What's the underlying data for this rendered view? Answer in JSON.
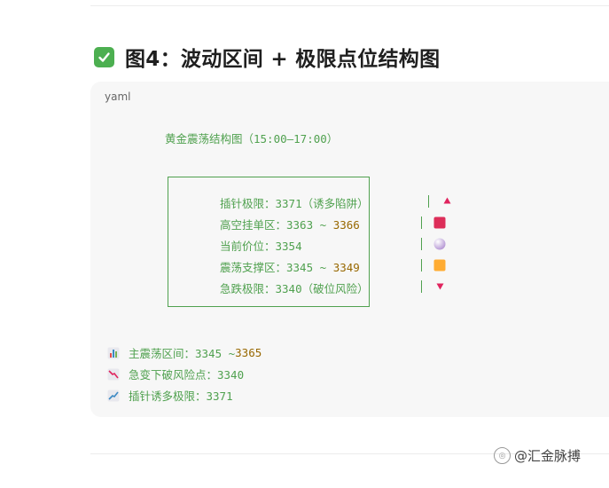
{
  "heading": {
    "icon": "check-mark-button-icon",
    "title": "图4：波动区间 + 极限点位结构图"
  },
  "code": {
    "language": "yaml",
    "diagram_title": "黄金震荡结构图（15:00–17:00）",
    "rows": [
      {
        "label": "插针极限：3371（诱多陷阱）",
        "range_end": "",
        "marker": "red-up-triangle-icon"
      },
      {
        "label": "高空挂单区：3363 ~ ",
        "range_end": "3366",
        "marker": "red-square-icon"
      },
      {
        "label": "当前价位：3354",
        "range_end": "",
        "marker": "purple-circle-icon"
      },
      {
        "label": "震荡支撑区：3345 ~ ",
        "range_end": "3349",
        "marker": "orange-square-icon"
      },
      {
        "label": "急跌极限：3340（破位风险）",
        "range_end": "",
        "marker": "red-down-triangle-icon"
      }
    ],
    "legend": [
      {
        "icon": "bar-chart-icon",
        "label": "主震荡区间：3345 ~ ",
        "value_end": "3365"
      },
      {
        "icon": "chart-decreasing-icon",
        "label": "急变下破风险点：3340",
        "value_end": ""
      },
      {
        "icon": "chart-increasing-icon",
        "label": "插针诱多极限：3371",
        "value_end": ""
      }
    ]
  },
  "watermark": {
    "text": "@汇金脉搏"
  },
  "colors": {
    "code_green": "#50a14f",
    "code_brown": "#986801",
    "marker_red": "#e0245e",
    "marker_orange": "#ffac33"
  }
}
